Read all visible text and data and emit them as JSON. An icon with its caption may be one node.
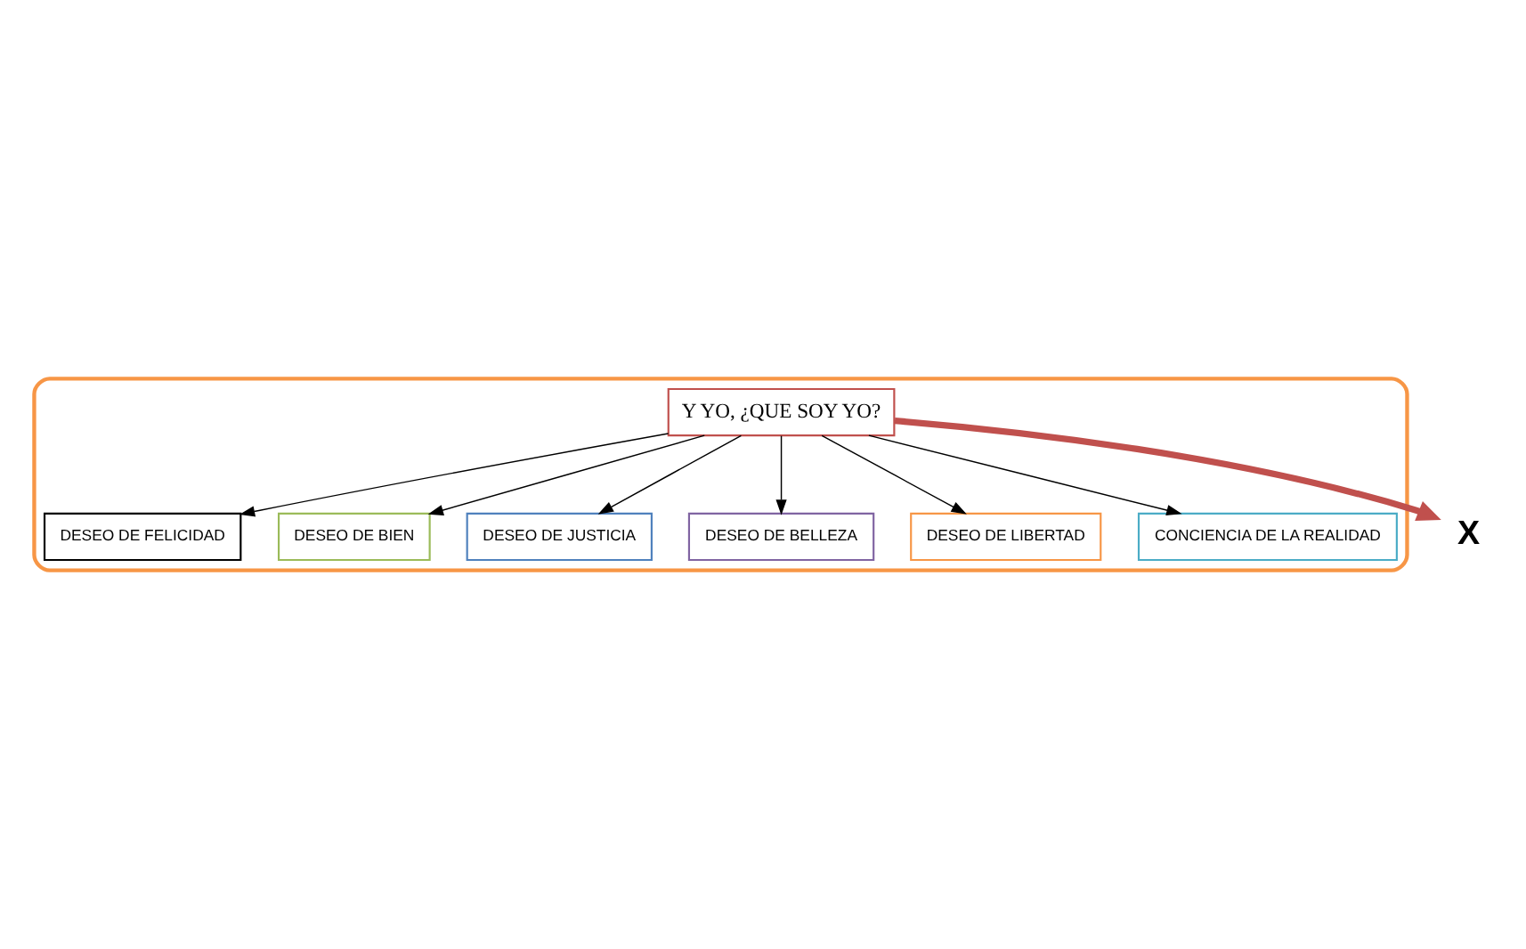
{
  "diagram": {
    "nodes": [
      {
        "text": [
          "X"
        ]
      },
      {
        "text": [],
        "shape": "ellipse"
      },
      {
        "text": [
          "DESEO DE FELICIDAD"
        ],
        "in": 1
      },
      {
        "text": [
          "DESEO DE BIEN"
        ],
        "in": 1
      },
      {
        "text": [
          "DESEO DE JUSTICIA"
        ],
        "in": 1
      },
      {
        "text": [
          "Y YO, ¿QUE SOY YO?"
        ],
        "in": 1
      },
      {
        "text": [
          "DESEO DE BELLEZA"
        ],
        "in": 1
      },
      {
        "text": [
          "DESEO DE LIBERTAD"
        ],
        "in": 1
      },
      {
        "text": [
          "CONCIENCIA DE LA REALIDAD"
        ],
        "in": 1
      }
    ],
    "edges": [
      {
        "from": 5,
        "to": 2,
        "arrow": "to"
      },
      {
        "from": 5,
        "to": 3,
        "arrow": "to"
      },
      {
        "from": 5,
        "to": 4,
        "arrow": "to"
      },
      {
        "from": 5,
        "to": 6,
        "arrow": "to"
      },
      {
        "from": 5,
        "to": 7,
        "arrow": "to"
      },
      {
        "from": 5,
        "to": 8,
        "arrow": "to"
      },
      {
        "from": 5,
        "to": 0,
        "arrow": "to",
        "style": "thick",
        "color": "#c0504d"
      }
    ]
  }
}
